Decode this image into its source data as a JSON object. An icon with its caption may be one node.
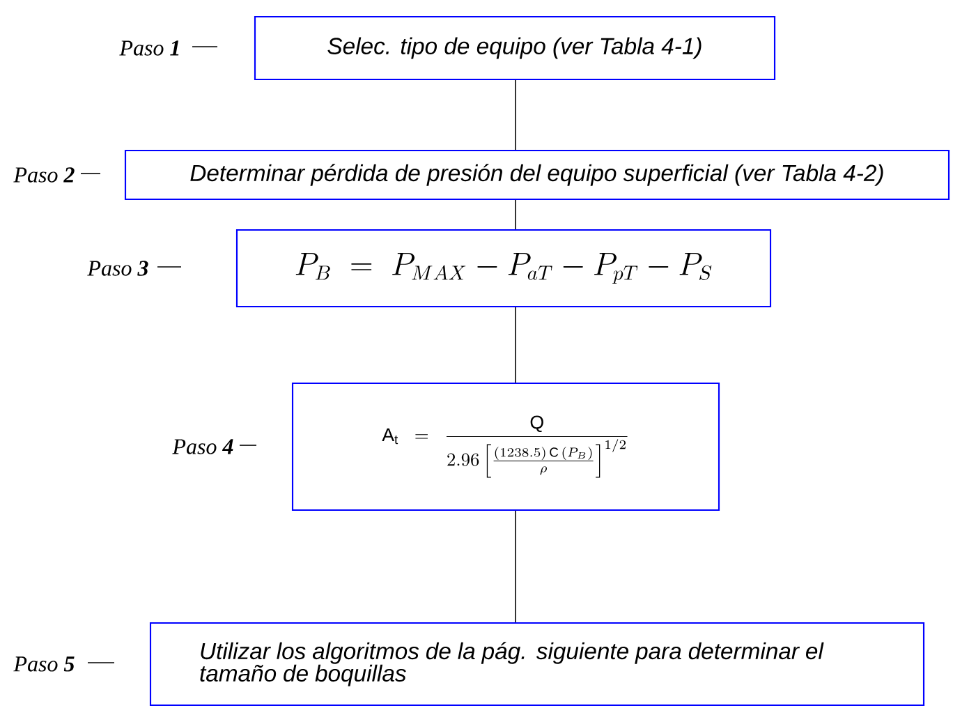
{
  "diagram": {
    "nodes": [
      {
        "text": [
          "Selec. tipo de equipo (ver Tabla 4-1)"
        ],
        "beside": [
          "Paso **1**"
        ]
      },
      {
        "text": [
          "Determinar pérdida de presión del equipo superficial (ver Tabla 4-2)"
        ],
        "beside": [
          "Paso **2**"
        ]
      },
      {
        "text": [
          "P_{B} \\;=\\; P_{MAX} - P_{aT} - P_{pT} - P_{S}"
        ],
        "beside": [
          "Paso **3**"
        ]
      },
      {
        "text": [
          "\\mathrm{A}_{\\mathrm{t}} \\;\\;=\\;\\; \\frac{\\mathrm{Q}}{2.96\\left[\\frac{(1238.5)\\,\\mathrm{C}\\,(P_{B})}{\\rho}\\right]^{1/2}}"
        ],
        "beside": [
          "Paso **4**"
        ]
      },
      {
        "text": [
          "Utilizar los algoritmos de la pág. siguiente para determinar el tamaño de boquillas"
        ],
        "beside": [
          "Paso **5**"
        ]
      }
    ],
    "edges": [
      {
        "from": 0,
        "to": 1,
        "arrow": "none"
      },
      {
        "from": 1,
        "to": 2,
        "arrow": "none"
      },
      {
        "from": 2,
        "to": 3,
        "arrow": "none"
      },
      {
        "from": 3,
        "to": 4,
        "arrow": "none"
      }
    ]
  }
}
